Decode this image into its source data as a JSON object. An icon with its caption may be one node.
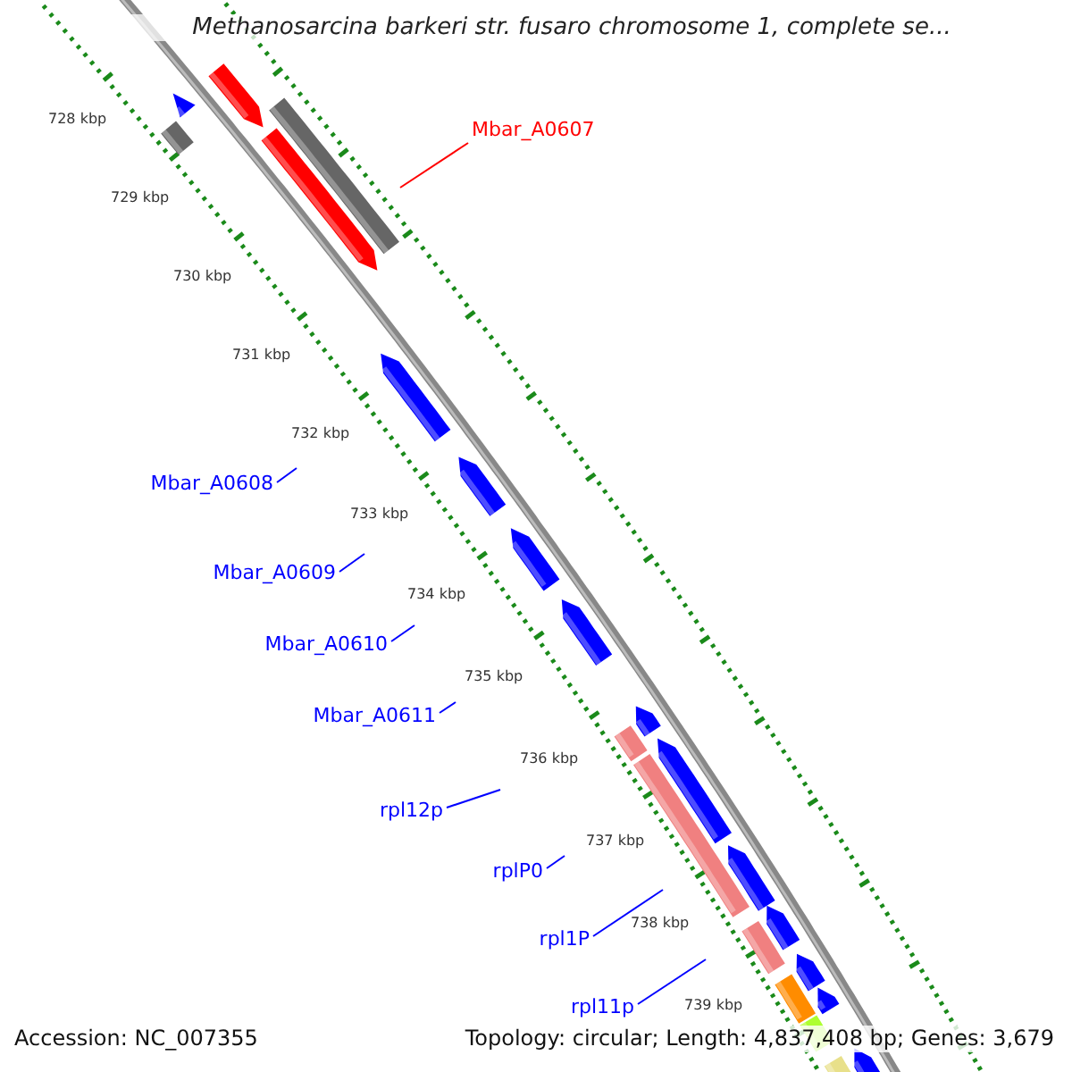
{
  "diagram": {
    "title": "Methanosarcina barkeri str. fusaro chromosome 1, complete se...",
    "nodes": [
      {
        "text": [
          "Mbar_A0607"
        ]
      },
      {
        "text": [
          "Mbar_A0608"
        ]
      },
      {
        "text": [
          "Mbar_A0609"
        ]
      },
      {
        "text": [
          "Mbar_A0610"
        ]
      },
      {
        "text": [
          "Mbar_A0611"
        ]
      },
      {
        "text": [
          "rpl12p"
        ]
      },
      {
        "text": [
          "rplP0"
        ]
      },
      {
        "text": [
          "rpl1P"
        ]
      },
      {
        "text": [
          "rpl11p"
        ]
      }
    ],
    "edges": [
      {
        "from": 0,
        "to": null,
        "arrow": "none",
        "color": "#ff0000"
      },
      {
        "from": 1,
        "to": null,
        "arrow": "none"
      },
      {
        "from": 2,
        "to": null,
        "arrow": "none"
      },
      {
        "from": 3,
        "to": null,
        "arrow": "none"
      },
      {
        "from": 4,
        "to": null,
        "arrow": "none"
      },
      {
        "from": 5,
        "to": null,
        "arrow": "none"
      },
      {
        "from": 6,
        "to": null,
        "arrow": "none"
      },
      {
        "from": 7,
        "to": null,
        "arrow": "none"
      },
      {
        "from": 8,
        "to": null,
        "arrow": "none"
      }
    ],
    "labels": [
      "728 kbp",
      "729 kbp",
      "730 kbp",
      "731 kbp",
      "732 kbp",
      "733 kbp",
      "734 kbp",
      "735 kbp",
      "736 kbp",
      "737 kbp",
      "738 kbp",
      "739 kbp",
      "Accession: NC_007355",
      "Topology: circular; Length: 4,837,408 bp; Genes: 3,679"
    ]
  }
}
